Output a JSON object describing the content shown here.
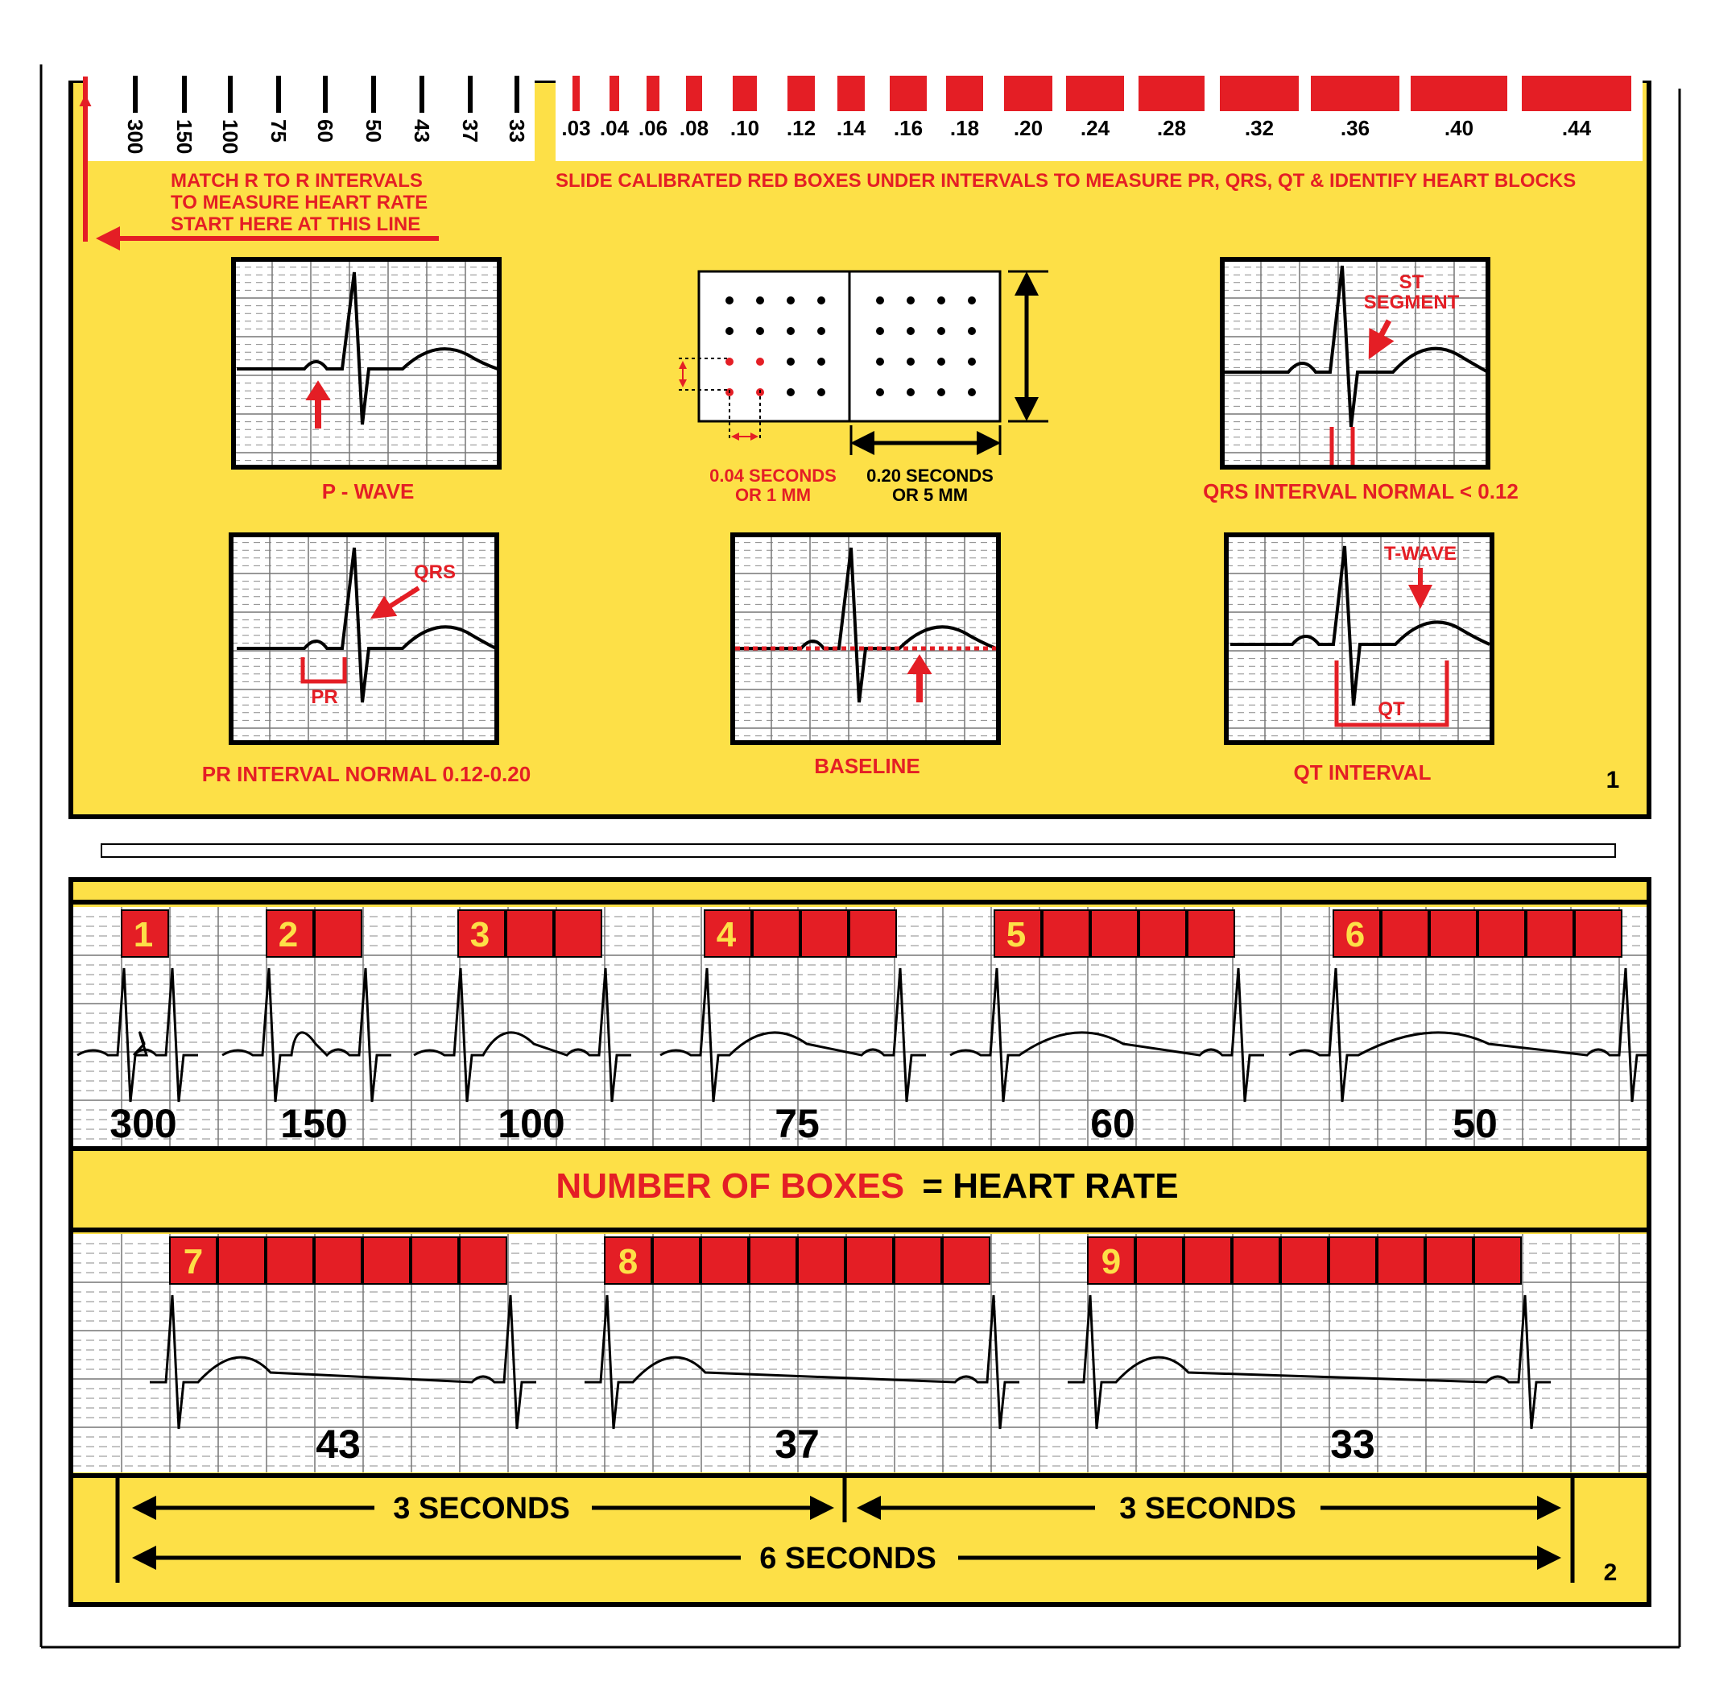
{
  "colors": {
    "yellow": "#fde047",
    "red": "#e41e25",
    "black": "#000000",
    "grid": "#8a8a8a",
    "white": "#ffffff"
  },
  "card1": {
    "page_number": "1",
    "rate_ruler": [
      "300",
      "150",
      "100",
      "75",
      "60",
      "50",
      "43",
      "37",
      "33"
    ],
    "interval_ruler": [
      ".03",
      ".04",
      ".06",
      ".08",
      ".10",
      ".12",
      ".14",
      ".16",
      ".18",
      ".20",
      ".24",
      ".28",
      ".32",
      ".36",
      ".40",
      ".44"
    ],
    "instructions_left": [
      "MATCH R TO R INTERVALS",
      "TO MEASURE HEART RATE",
      "START HERE AT THIS LINE"
    ],
    "instructions_right": "SLIDE CALIBRATED RED BOXES UNDER INTERVALS TO MEASURE PR, QRS, QT & IDENTIFY HEART BLOCKS",
    "panels": {
      "p_wave": {
        "caption": "P - WAVE"
      },
      "grid_scale": {
        "small_caption": [
          "0.04 SECONDS",
          "OR 1 MM"
        ],
        "large_caption": [
          "0.20 SECONDS",
          "OR 5 MM"
        ]
      },
      "qrs": {
        "label": [
          "ST",
          "SEGMENT"
        ],
        "caption": "QRS INTERVAL NORMAL < 0.12"
      },
      "pr": {
        "label_qrs": "QRS",
        "label_pr": "PR",
        "caption": "PR INTERVAL NORMAL 0.12-0.20"
      },
      "baseline": {
        "caption": "BASELINE"
      },
      "qt": {
        "label_t": "T-WAVE",
        "label_qt": "QT",
        "caption": "QT INTERVAL"
      }
    }
  },
  "card2": {
    "page_number": "2",
    "title_red": "NUMBER OF BOXES",
    "title_black": "= HEART RATE",
    "strip1": [
      {
        "boxes": "1",
        "rate": "300"
      },
      {
        "boxes": "2",
        "rate": "150"
      },
      {
        "boxes": "3",
        "rate": "100"
      },
      {
        "boxes": "4",
        "rate": "75"
      },
      {
        "boxes": "5",
        "rate": "60"
      },
      {
        "boxes": "6",
        "rate": "50"
      }
    ],
    "strip2": [
      {
        "boxes": "7",
        "rate": "43"
      },
      {
        "boxes": "8",
        "rate": "37"
      },
      {
        "boxes": "9",
        "rate": "33"
      }
    ],
    "time_left": "3 SECONDS",
    "time_right": "3 SECONDS",
    "time_total": "6 SECONDS"
  }
}
